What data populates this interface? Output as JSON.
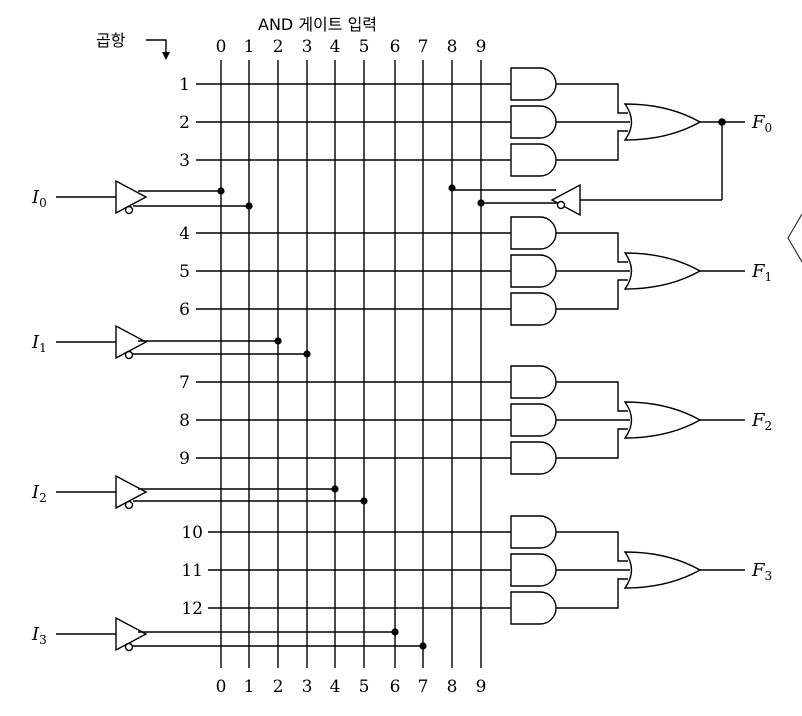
{
  "header": {
    "title": "AND 게이트 입력",
    "product_label": "곱항"
  },
  "column_labels": [
    "0",
    "1",
    "2",
    "3",
    "4",
    "5",
    "6",
    "7",
    "8",
    "9"
  ],
  "row_labels": [
    "1",
    "2",
    "3",
    "4",
    "5",
    "6",
    "7",
    "8",
    "9",
    "10",
    "11",
    "12"
  ],
  "inputs": [
    {
      "main": "I",
      "sub": "0"
    },
    {
      "main": "I",
      "sub": "1"
    },
    {
      "main": "I",
      "sub": "2"
    },
    {
      "main": "I",
      "sub": "3"
    }
  ],
  "outputs": [
    {
      "main": "F",
      "sub": "0"
    },
    {
      "main": "F",
      "sub": "1"
    },
    {
      "main": "F",
      "sub": "2"
    },
    {
      "main": "F",
      "sub": "3"
    }
  ],
  "nav": {
    "chevron": "chevron-left-icon"
  }
}
